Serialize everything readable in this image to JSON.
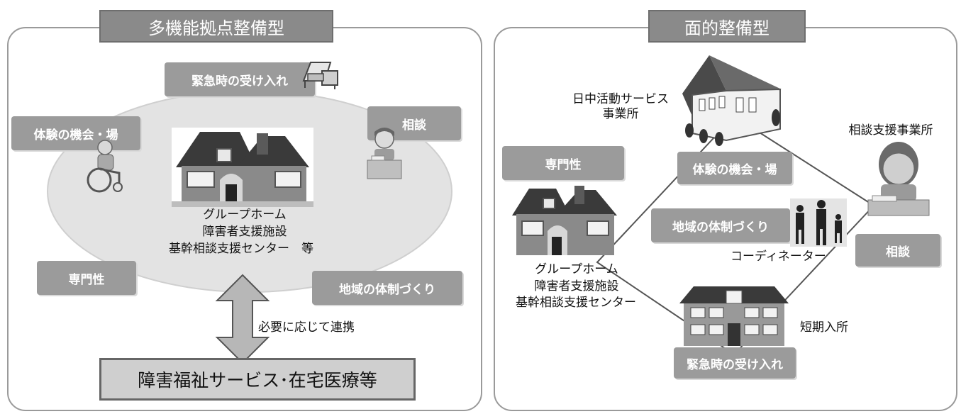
{
  "left": {
    "title": "多機能拠点整備型",
    "labels": {
      "emergency": "緊急時の受け入れ",
      "experience": "体験の機会・場",
      "consult": "相談",
      "expertise": "専門性",
      "community": "地域の体制づくり"
    },
    "center_lines": [
      "グループホーム",
      "障害者支援施設",
      "基幹相談支援センター　等"
    ],
    "arrow_note": "必要に応じて連携",
    "bottom_box": "障害福祉サービス･在宅医療等"
  },
  "right": {
    "title": "面的整備型",
    "day_activity_lines": [
      "日中活動サービス",
      "事業所"
    ],
    "consult_office": "相談支援事業所",
    "labels": {
      "expertise": "専門性",
      "experience": "体験の機会・場",
      "community": "地域の体制づくり",
      "consult": "相談",
      "emergency": "緊急時の受け入れ"
    },
    "coordinator": "コーディネーター",
    "group_lines": [
      "グループホーム",
      "障害者支援施設",
      "基幹相談支援センター"
    ],
    "short_stay": "短期入所"
  }
}
